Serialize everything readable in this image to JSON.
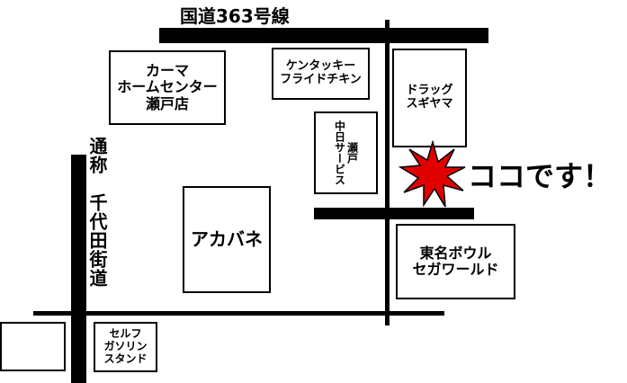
{
  "roads": {
    "route363": "国道363号線",
    "senday": "通称　千代田街道"
  },
  "places": {
    "karma": "カーマ\nホームセンター\n瀬戸店",
    "kfc": "ケンタッキー\nフライドチキン",
    "chunichi": "瀬戸\n中日サービス",
    "sugiyama": "ドラッグ\nスギヤマ",
    "akabane": "アカバネ",
    "toumei": "東名ボウル\nセガワールド",
    "self_gas": "セルフ\nガソリン\nスタンド"
  },
  "marker": {
    "label": "ココです！",
    "color": "#e00000"
  }
}
